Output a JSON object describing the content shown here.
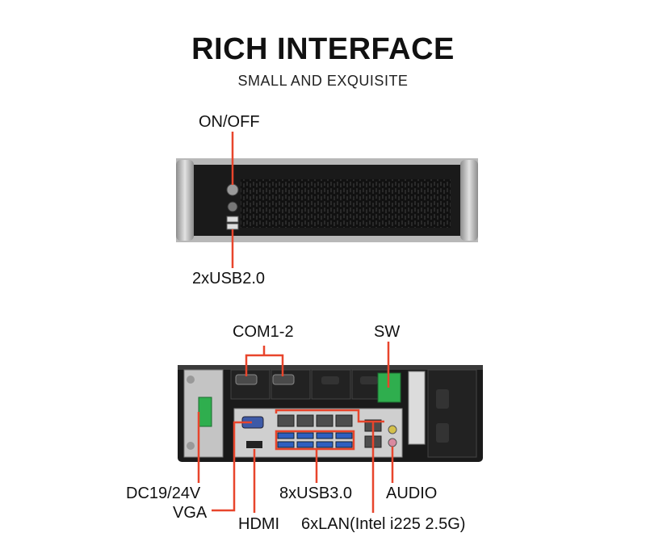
{
  "header": {
    "title": "RICH INTERFACE",
    "subtitle": "SMALL AND EXQUISITE"
  },
  "front_panel": {
    "labels": {
      "power": "ON/OFF",
      "usb": "2xUSB2.0"
    }
  },
  "rear_panel": {
    "labels": {
      "com": "COM1-2",
      "sw": "SW",
      "dc": "DC19/24V",
      "vga": "VGA",
      "hdmi": "HDMI",
      "usb3": "8xUSB3.0",
      "audio": "AUDIO",
      "lan": "6xLAN(Intel i225 2.5G)"
    }
  },
  "colors": {
    "callout": "#e8452c",
    "chassis": "#1a1a1a",
    "metal": "#c9c9c9"
  }
}
